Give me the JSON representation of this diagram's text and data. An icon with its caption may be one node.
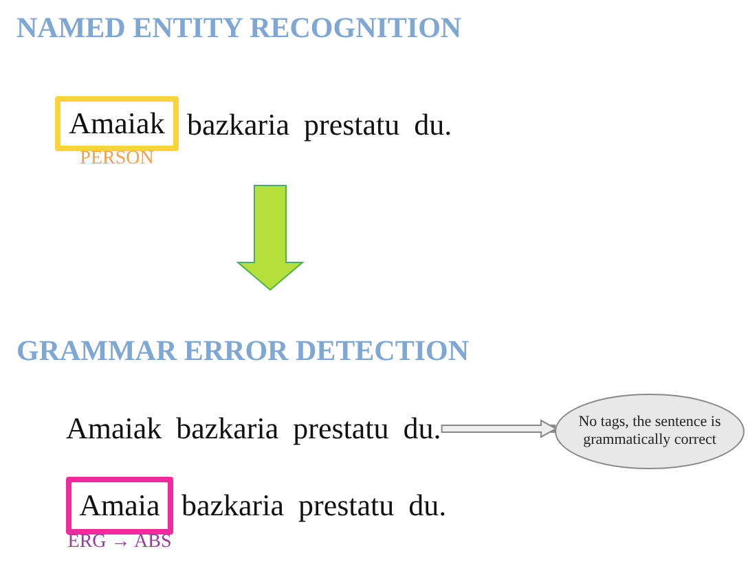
{
  "diagram": {
    "nodes": [
      {
        "text": [
          "Amaiak"
        ],
        "beside": [
          "PERSON"
        ]
      },
      {
        "text": [
          "Amaiak bazkaria prestatu du."
        ]
      },
      {
        "text": [
          "No tags, the sentence is grammatically correct"
        ]
      },
      {
        "text": [
          "Amaia"
        ],
        "beside": [
          "ERG → ABS"
        ]
      }
    ],
    "edges": [
      {
        "from": 1,
        "to": 2,
        "arrow": "to"
      }
    ],
    "labels": [
      "NAMED ENTITY RECOGNITION",
      "bazkaria prestatu du.",
      "GRAMMAR ERROR DETECTION",
      "bazkaria prestatu du."
    ]
  }
}
